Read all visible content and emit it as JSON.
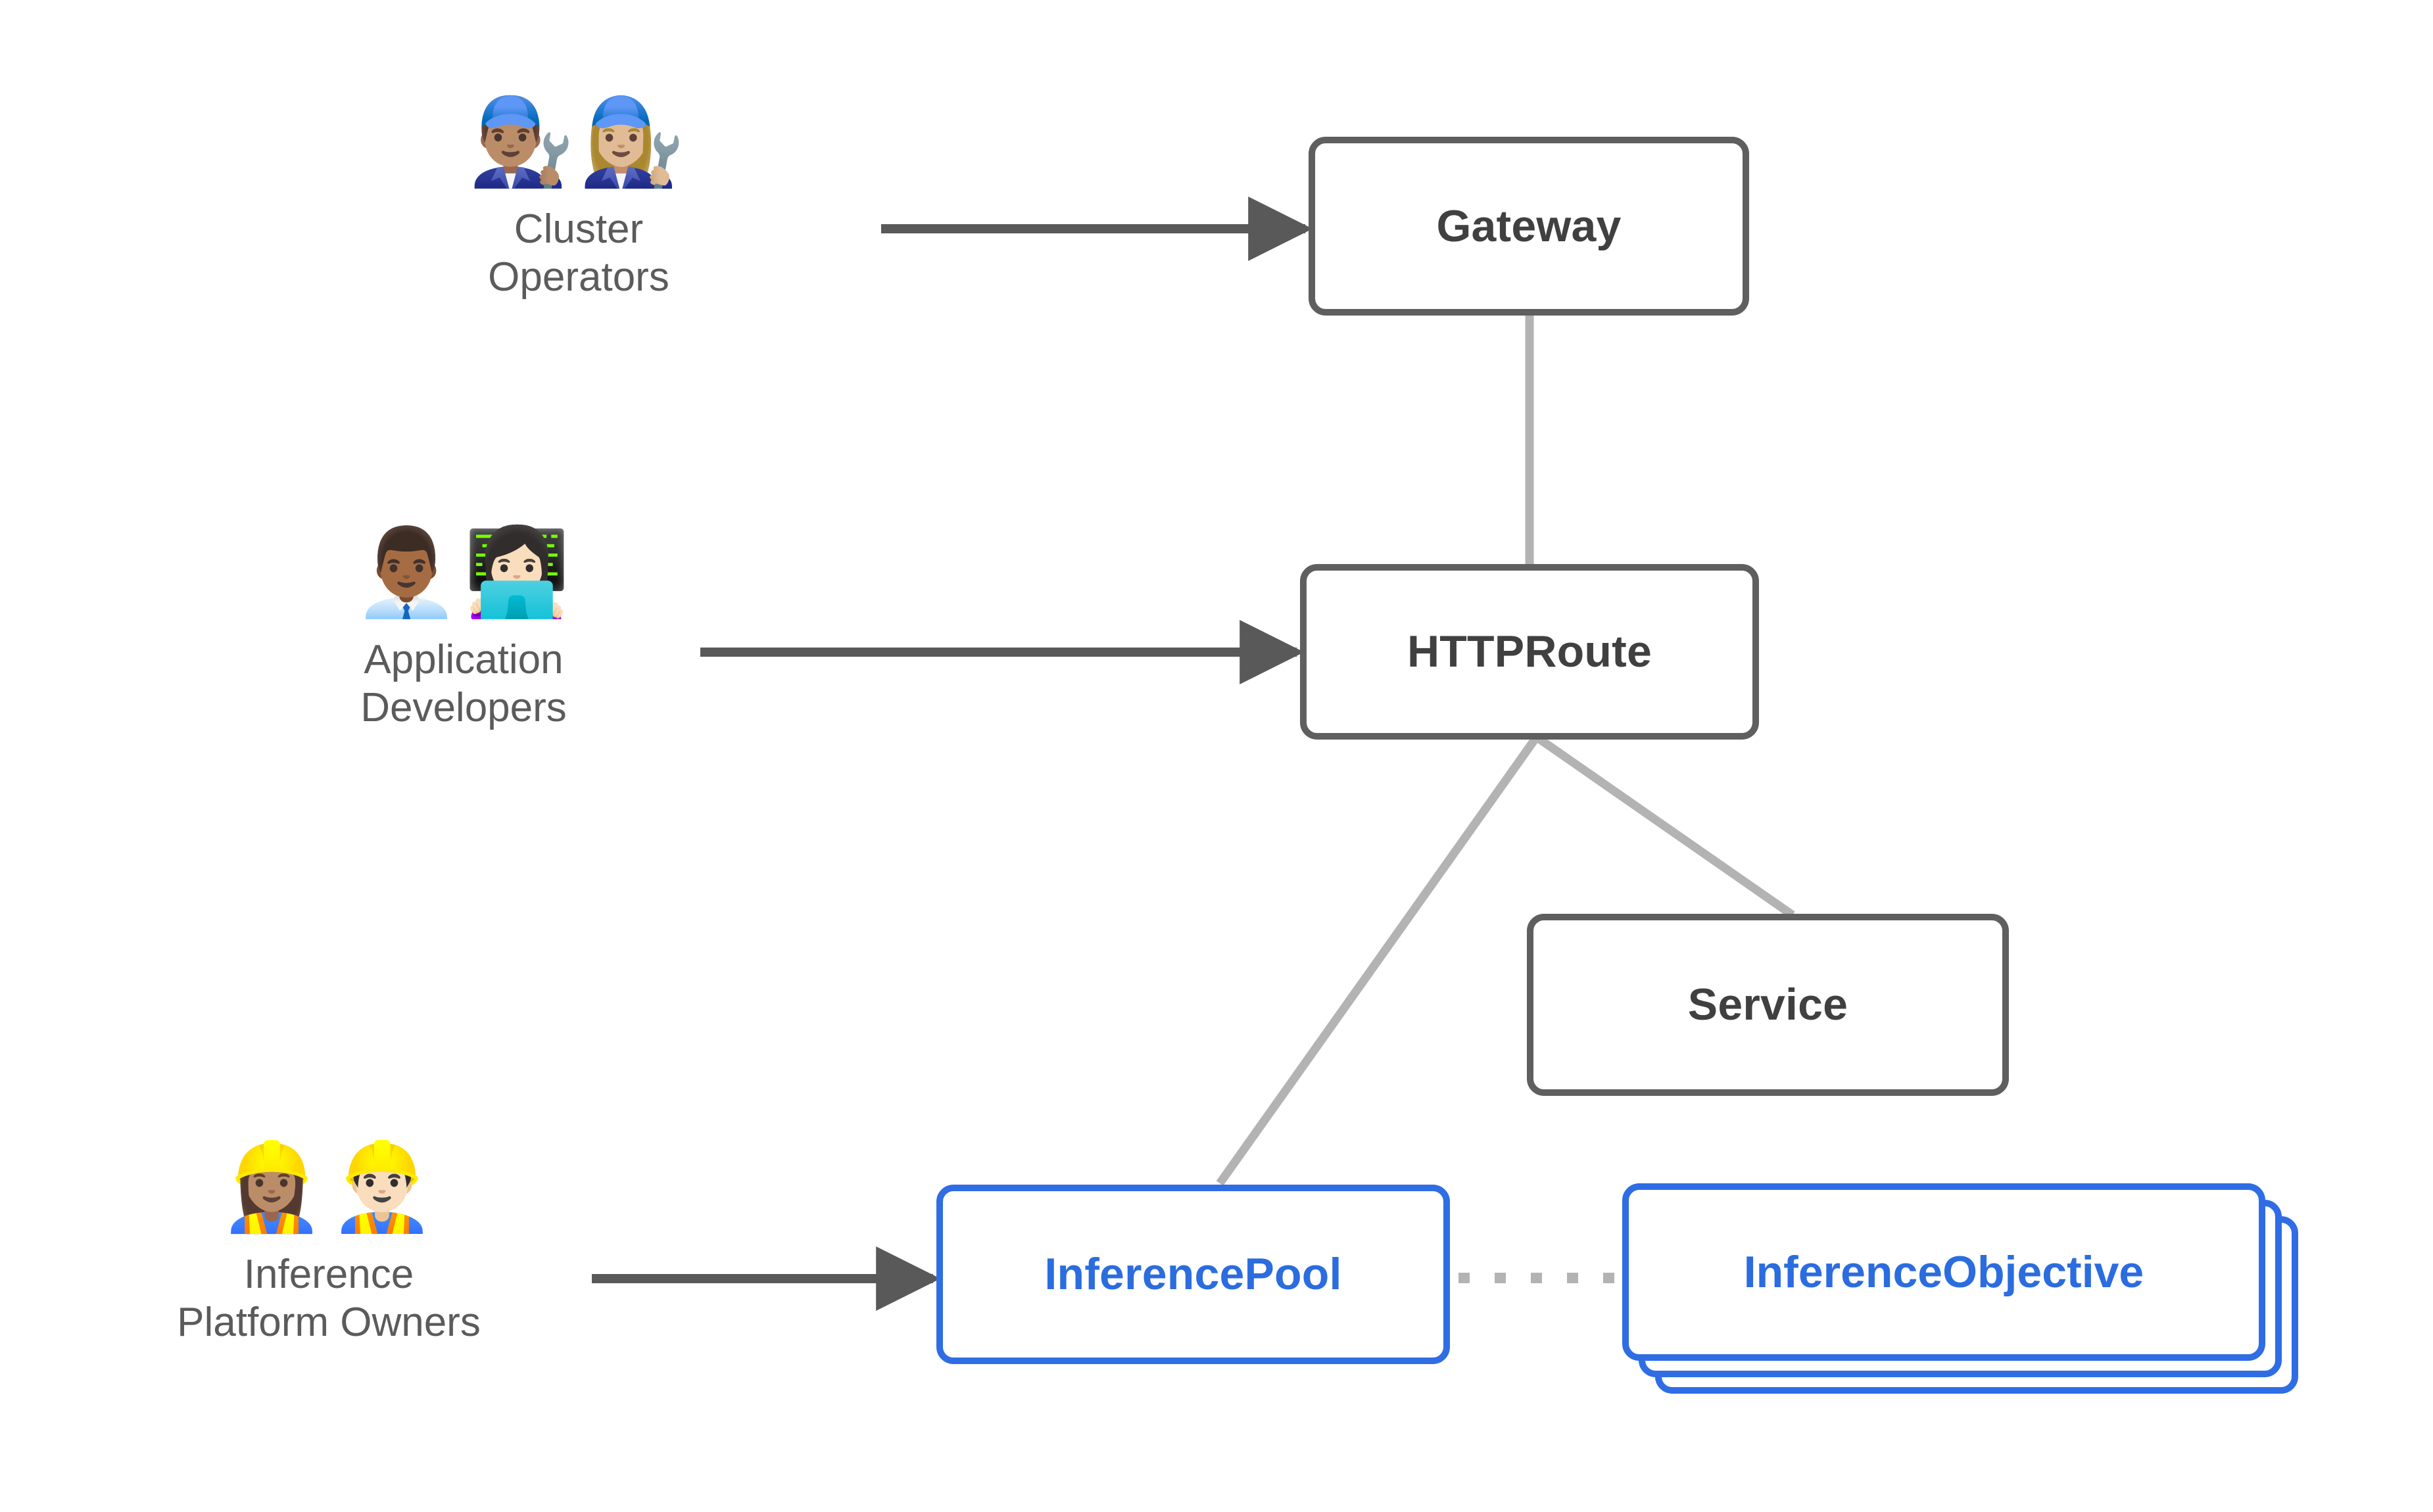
{
  "diagram": {
    "title": "Gateway API Inference Extension resource model and personas",
    "background_color": "#ffffff",
    "colors": {
      "gray_border": "#5f5f5f",
      "gray_text": "#404040",
      "blue_border": "#2f6de4",
      "blue_text": "#2b6cdf",
      "arrow_gray": "#595959",
      "connector_gray": "#b3b3b3",
      "persona_text": "#5b5b5b"
    }
  },
  "personas": [
    {
      "id": "cluster-operators",
      "label": "Cluster\nOperators",
      "emoji": "👨🏽‍🔧👩🏼‍🔧",
      "icon_names": [
        "man-mechanic-icon",
        "woman-mechanic-icon"
      ],
      "targets": "Gateway"
    },
    {
      "id": "application-developers",
      "label": "Application\nDevelopers",
      "emoji": "👨🏾‍💼👩🏻‍💻",
      "icon_names": [
        "man-office-worker-icon",
        "woman-technologist-icon"
      ],
      "targets": "HTTPRoute"
    },
    {
      "id": "inference-platform-owners",
      "label": "Inference\nPlatform Owners",
      "emoji": "👷🏽‍♀️👷🏻‍♂️",
      "icon_names": [
        "woman-construction-worker-icon",
        "man-construction-worker-icon"
      ],
      "targets": "InferencePool"
    }
  ],
  "nodes": [
    {
      "id": "gateway",
      "label": "Gateway",
      "style": "gray",
      "stacked": false
    },
    {
      "id": "httproute",
      "label": "HTTPRoute",
      "style": "gray",
      "stacked": false
    },
    {
      "id": "service",
      "label": "Service",
      "style": "gray",
      "stacked": false
    },
    {
      "id": "inferencepool",
      "label": "InferencePool",
      "style": "blue",
      "stacked": false
    },
    {
      "id": "inferenceobjective",
      "label": "InferenceObjective",
      "style": "blue",
      "stacked": true,
      "stack_count": 3
    }
  ],
  "edges": [
    {
      "id": "operators-to-gateway",
      "from": "cluster-operators",
      "to": "gateway",
      "kind": "arrow",
      "color": "#595959"
    },
    {
      "id": "developers-to-httproute",
      "from": "application-developers",
      "to": "httproute",
      "kind": "arrow",
      "color": "#595959"
    },
    {
      "id": "owners-to-inferencepool",
      "from": "inference-platform-owners",
      "to": "inferencepool",
      "kind": "arrow",
      "color": "#595959"
    },
    {
      "id": "gateway-to-httproute",
      "from": "gateway",
      "to": "httproute",
      "kind": "line",
      "color": "#b3b3b3"
    },
    {
      "id": "httproute-to-inferencepool",
      "from": "httproute",
      "to": "inferencepool",
      "kind": "line",
      "color": "#b3b3b3"
    },
    {
      "id": "httproute-to-service",
      "from": "httproute",
      "to": "service",
      "kind": "line",
      "color": "#b3b3b3"
    },
    {
      "id": "inferencepool-to-objective",
      "from": "inferencepool",
      "to": "inferenceobjective",
      "kind": "dotted",
      "color": "#b3b3b3"
    }
  ]
}
